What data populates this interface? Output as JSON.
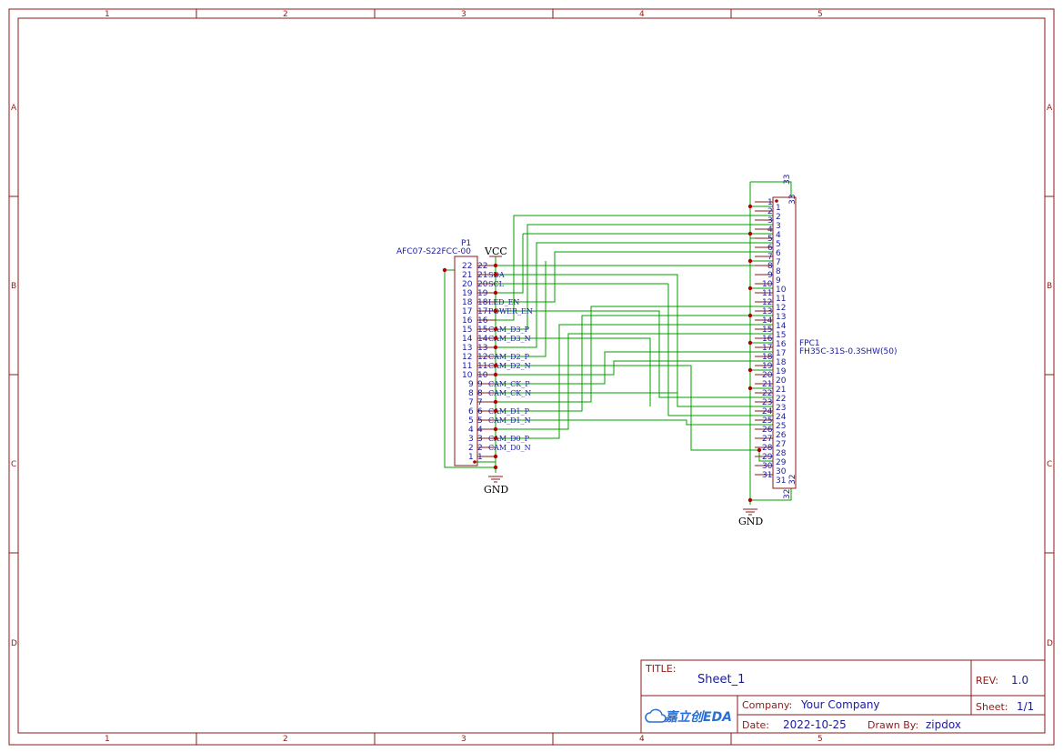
{
  "frame": {
    "columns": [
      "1",
      "2",
      "3",
      "4",
      "5"
    ],
    "rows": [
      "A",
      "B",
      "C",
      "D"
    ]
  },
  "p1": {
    "designator": "P1",
    "part": "AFC07-S22FCC-00",
    "pins": [
      "22",
      "21",
      "20",
      "19",
      "18",
      "17",
      "16",
      "15",
      "14",
      "13",
      "12",
      "11",
      "10",
      "9",
      "8",
      "7",
      "6",
      "5",
      "4",
      "3",
      "2",
      "1"
    ],
    "right_pins": [
      "22",
      "21",
      "20",
      "19",
      "18",
      "17",
      "16",
      "15",
      "14",
      "13",
      "12",
      "11",
      "10",
      "9",
      "8",
      "7",
      "6",
      "5",
      "4",
      "3",
      "2",
      "1"
    ],
    "nets": {
      "21": "SDA",
      "20": "SCL",
      "18": "LED_EN",
      "17": "POWER_EN",
      "15": "CAM_D3_P",
      "14": "CAM_D3_N",
      "12": "CAM_D2_P",
      "11": "CAM_D2_N",
      "9": "CAM_CK_P",
      "8": "CAM_CK_N",
      "6": "CAM_D1_P",
      "5": "CAM_D1_N",
      "3": "CAM_D0_P",
      "2": "CAM_D0_N"
    }
  },
  "fpc1": {
    "designator": "FPC1",
    "part": "FH35C-31S-0.3SHW(50)",
    "pins": [
      "1",
      "2",
      "3",
      "4",
      "5",
      "6",
      "7",
      "8",
      "9",
      "10",
      "11",
      "12",
      "13",
      "14",
      "15",
      "16",
      "17",
      "18",
      "19",
      "20",
      "21",
      "22",
      "23",
      "24",
      "25",
      "26",
      "27",
      "28",
      "29",
      "30",
      "31"
    ],
    "extra_pins": [
      "33",
      "32"
    ]
  },
  "power": {
    "vcc": "VCC",
    "gnd1": "GND",
    "gnd2": "GND"
  },
  "title_block": {
    "title_label": "TITLE:",
    "title": "Sheet_1",
    "rev_label": "REV:",
    "rev": "1.0",
    "company_label": "Company:",
    "company": "Your Company",
    "sheet_label": "Sheet:",
    "sheet": "1/1",
    "date_label": "Date:",
    "date": "2022-10-25",
    "drawn_label": "Drawn By:",
    "drawn": "zipdox",
    "logo": "嘉立创EDA"
  },
  "colors": {
    "frame": "#8b1a1a",
    "wire": "#00a000",
    "text": "#1a1aa0",
    "junction": "#b00000"
  }
}
